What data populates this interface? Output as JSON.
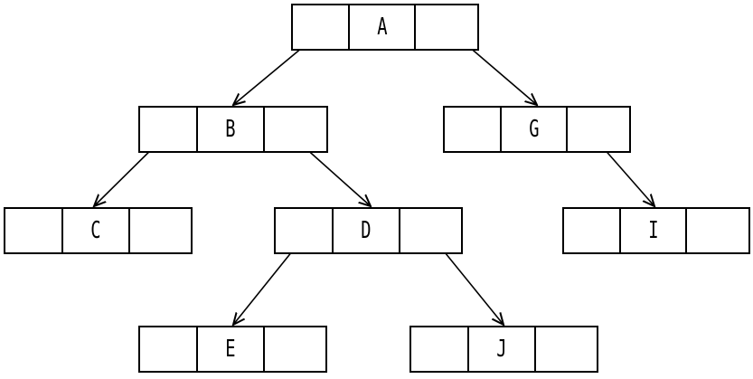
{
  "tree": {
    "nodes": [
      {
        "id": "A",
        "label": "A"
      },
      {
        "id": "B",
        "label": "B"
      },
      {
        "id": "G",
        "label": "G"
      },
      {
        "id": "C",
        "label": "C"
      },
      {
        "id": "D",
        "label": "D"
      },
      {
        "id": "I",
        "label": "I"
      },
      {
        "id": "E",
        "label": "E"
      },
      {
        "id": "J",
        "label": "J"
      }
    ],
    "edges": [
      {
        "from": "A",
        "to": "B",
        "side": "left"
      },
      {
        "from": "A",
        "to": "G",
        "side": "right"
      },
      {
        "from": "B",
        "to": "C",
        "side": "left"
      },
      {
        "from": "B",
        "to": "D",
        "side": "right"
      },
      {
        "from": "G",
        "to": "I",
        "side": "right"
      },
      {
        "from": "D",
        "to": "E",
        "side": "left"
      },
      {
        "from": "D",
        "to": "J",
        "side": "right"
      }
    ]
  }
}
